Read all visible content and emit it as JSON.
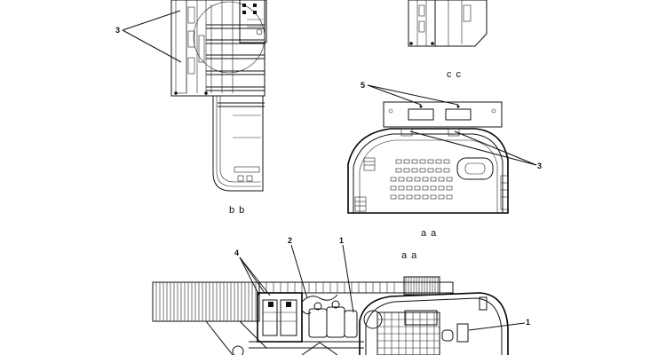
{
  "views": {
    "bb": {
      "label": "b b"
    },
    "cc": {
      "label": "c c"
    },
    "aa_upper": {
      "label": "a a"
    },
    "aa_lower": {
      "label": "a a"
    }
  },
  "callouts": {
    "bb_3": "3",
    "aa_5": "5",
    "aa_3": "3",
    "main_4": "4",
    "main_2": "2",
    "main_1_top": "1",
    "main_1_right": "1"
  }
}
